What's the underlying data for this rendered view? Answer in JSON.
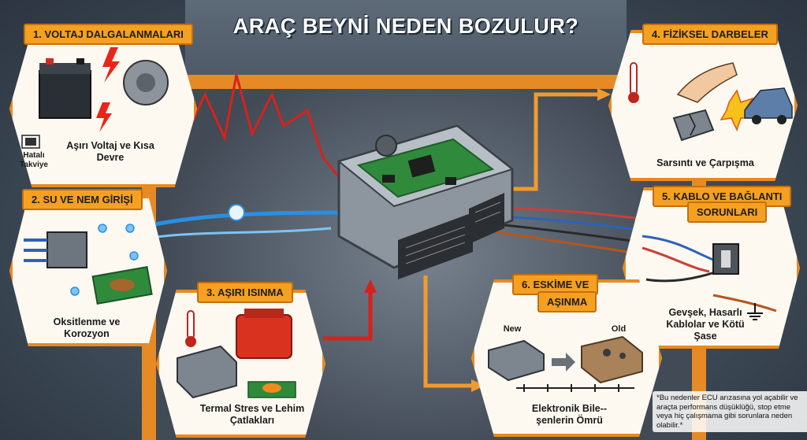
{
  "title": "ARAÇ BEYNİ NEDEN BOZULUR?",
  "sections": [
    {
      "label": "1. VOLTAJ DALGALANMALARI",
      "caption": "Aşırı Voltaj ve Kısa Devre",
      "extra": "Hatalı Takviye"
    },
    {
      "label": "2. SU VE NEM GİRİŞİ",
      "caption": "Oksitlenme ve Korozyon"
    },
    {
      "label": "3. AŞIRI ISINMA",
      "caption": "Termal Stres ve Lehim Çatlakları"
    },
    {
      "label": "4. FİZİKSEL DARBELER",
      "caption": "Sarsıntı ve Çarpışma"
    },
    {
      "label": "5. KABLO VE BAĞLANTI",
      "label2": "SORUNLARI",
      "caption": "Gevşek, Hasarlı Kablolar ve Kötü Şase"
    },
    {
      "label": "6. ESKİME VE",
      "label2": "AŞINMA",
      "new_label": "New",
      "old_label": "Old",
      "caption": "Elektronik Bile-- şenlerin Ömrü"
    }
  ],
  "note": "*Bu nedenler ECU arızasına yol açabilir ve araçta performans düşüklüğü, stop etme veya hiç çalışmama gibi sorunlara neden olabilir.*"
}
